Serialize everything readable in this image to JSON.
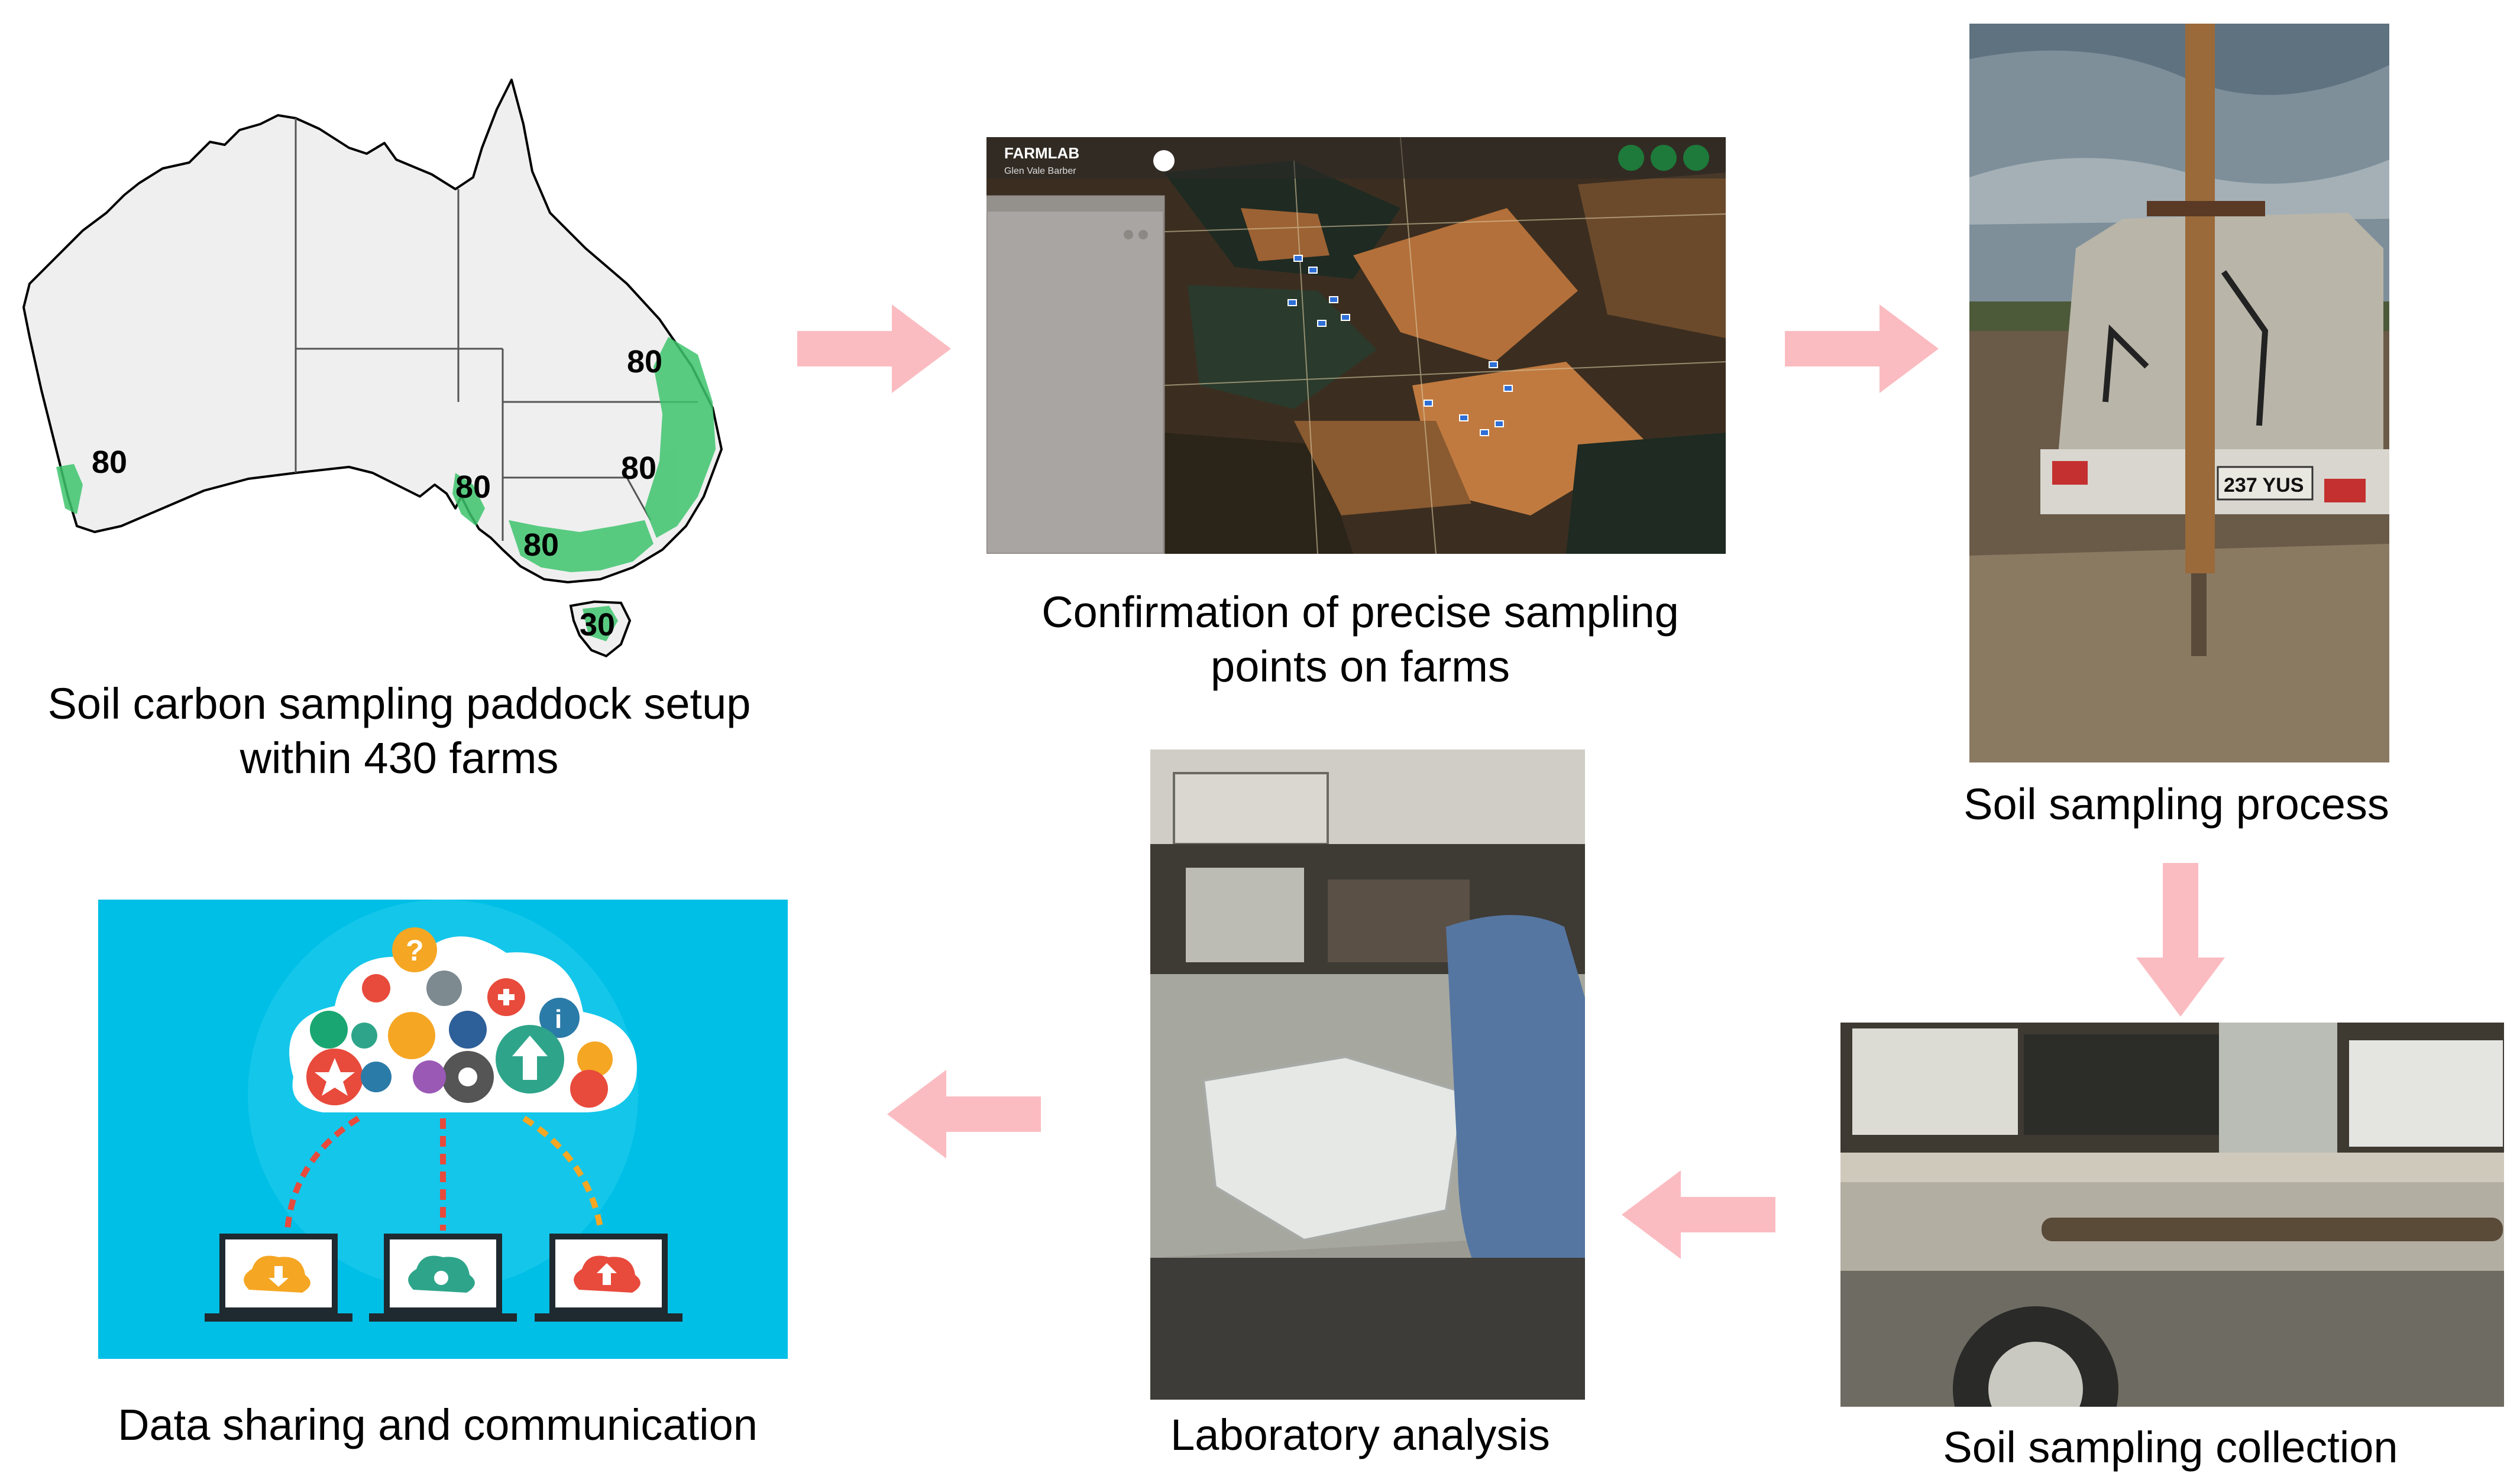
{
  "captions": {
    "step1": "Soil carbon sampling paddock setup within 430 farms",
    "step2": "Confirmation of precise sampling points on farms",
    "step3": "Soil sampling process",
    "step4": "Soil sampling collection",
    "step5": "Laboratory analysis",
    "step6": "Data sharing and communication"
  },
  "map": {
    "labels": [
      "80",
      "80",
      "80",
      "80",
      "80",
      "30"
    ]
  },
  "farmlab": {
    "logo": "FARMLAB",
    "farm": "Glen Vale Barber"
  },
  "truck": {
    "plate": "237 YUS"
  },
  "colors": {
    "arrow": "#fbbcc1",
    "sampling_region": "#3ec46d",
    "map_land": "#efefef",
    "cloud_bg": "#00bfe6"
  },
  "icons": [
    "question-icon",
    "info-icon",
    "trash-icon",
    "mail-icon",
    "upload-icon",
    "star-icon",
    "gear-icon",
    "tv-icon",
    "lock-icon",
    "plus-icon",
    "close-icon",
    "chat-icon",
    "download-icon",
    "cloud-sync-icon",
    "cloud-upload-icon"
  ]
}
